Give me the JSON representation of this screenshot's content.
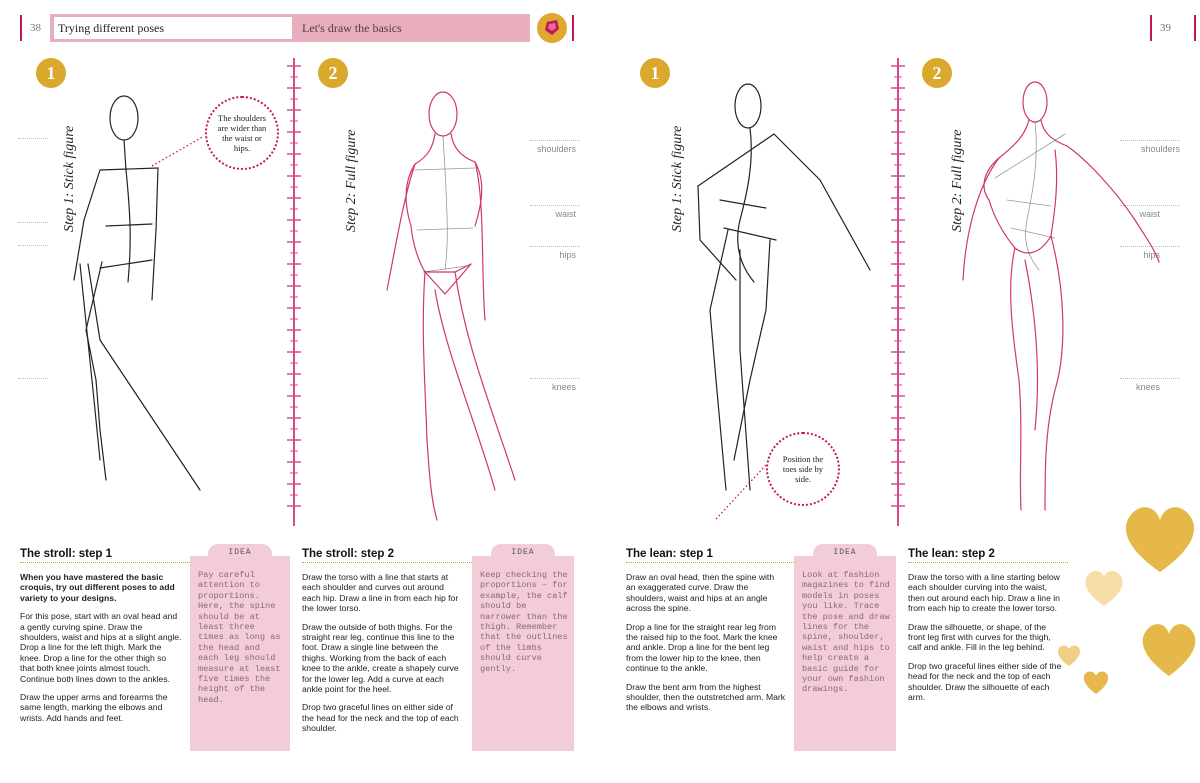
{
  "left_page": {
    "page_number": "38",
    "header_title": "Trying different poses",
    "header_subtitle": "Let's draw the basics",
    "badge_1": "1",
    "badge_2": "2",
    "step_1_label": "Step 1: Stick figure",
    "step_2_label": "Step 2: Full figure",
    "callout": "The shoulders are wider than the waist or hips.",
    "guides": {
      "shoulders": "shoulders",
      "waist": "waist",
      "hips": "hips",
      "knees": "knees"
    },
    "section_1": {
      "title": "The stroll: step 1",
      "lead": "When you have mastered the basic croquis, try out different poses to add variety to your designs.",
      "p1": "For this pose, start with an oval head and a gently curving spine. Draw the shoulders, waist and hips at a slight angle. Drop a line for the left thigh. Mark the knee. Drop a line for the other thigh so that both knee joints almost touch. Continue both lines down to the ankles.",
      "p2": "Draw the upper arms and forearms the same length, marking the elbows and wrists. Add hands and feet."
    },
    "idea_1": {
      "tab": "IDEA",
      "body": "Pay careful attention to proportions. Here, the spine should be at least three times as long as the head and each leg should measure at least five times the height of the head."
    },
    "section_2": {
      "title": "The stroll: step 2",
      "p1": "Draw the torso with a line that starts at each shoulder and curves out around each hip. Draw a line in from each hip for the lower torso.",
      "p2": "Draw the outside of both thighs. For the straight rear leg, continue this line to the foot. Draw a single line between the thighs. Working from the back of each knee to the ankle, create a shapely curve for the lower leg. Add a curve at each ankle point for the heel.",
      "p3": "Drop two graceful lines on either side of the head for the neck and the top of each shoulder."
    },
    "idea_2": {
      "tab": "IDEA",
      "body": "Keep checking the proportions – for example, the calf should be narrower than the thigh. Remember that the outlines of the limbs should curve gently."
    }
  },
  "right_page": {
    "page_number": "39",
    "badge_1": "1",
    "badge_2": "2",
    "step_1_label": "Step 1: Stick figure",
    "step_2_label": "Step 2: Full figure",
    "callout": "Position the toes side by side.",
    "guides": {
      "shoulders": "shoulders",
      "waist": "waist",
      "hips": "hips",
      "knees": "knees"
    },
    "section_1": {
      "title": "The lean: step 1",
      "p1": "Draw an oval head, then the spine with an exaggerated curve. Draw the shoulders, waist and hips at an angle across the spine.",
      "p2": "Drop a line for the straight rear leg from the raised hip to the foot. Mark the knee and ankle. Drop a line for the bent leg from the lower hip to the knee, then continue to the ankle.",
      "p3": "Draw the bent arm from the highest shoulder, then the outstretched arm. Mark the elbows and wrists."
    },
    "idea": {
      "tab": "IDEA",
      "body": "Look at fashion magazines to find models in poses you like. Trace the pose and draw lines for the spine, shoulder, waist and hips to help create a basic guide for your own fashion drawings."
    },
    "section_2": {
      "title": "The lean: step 2",
      "p1": "Draw the torso with a line starting below each shoulder curving into the waist, then out around each hip. Draw a line in from each hip to create the lower torso.",
      "p2": "Draw the silhouette, or shape, of the front leg first with curves for the thigh, calf and ankle. Fill in the leg behind.",
      "p3": "Drop two graceful lines either side of the head for the neck and the top of each shoulder. Draw the silhouette of each arm."
    }
  },
  "colors": {
    "accent": "#c2185b",
    "pink_panel": "#f2ccd6",
    "gold": "#d9a82d",
    "header_pink": "#e8aebd"
  }
}
